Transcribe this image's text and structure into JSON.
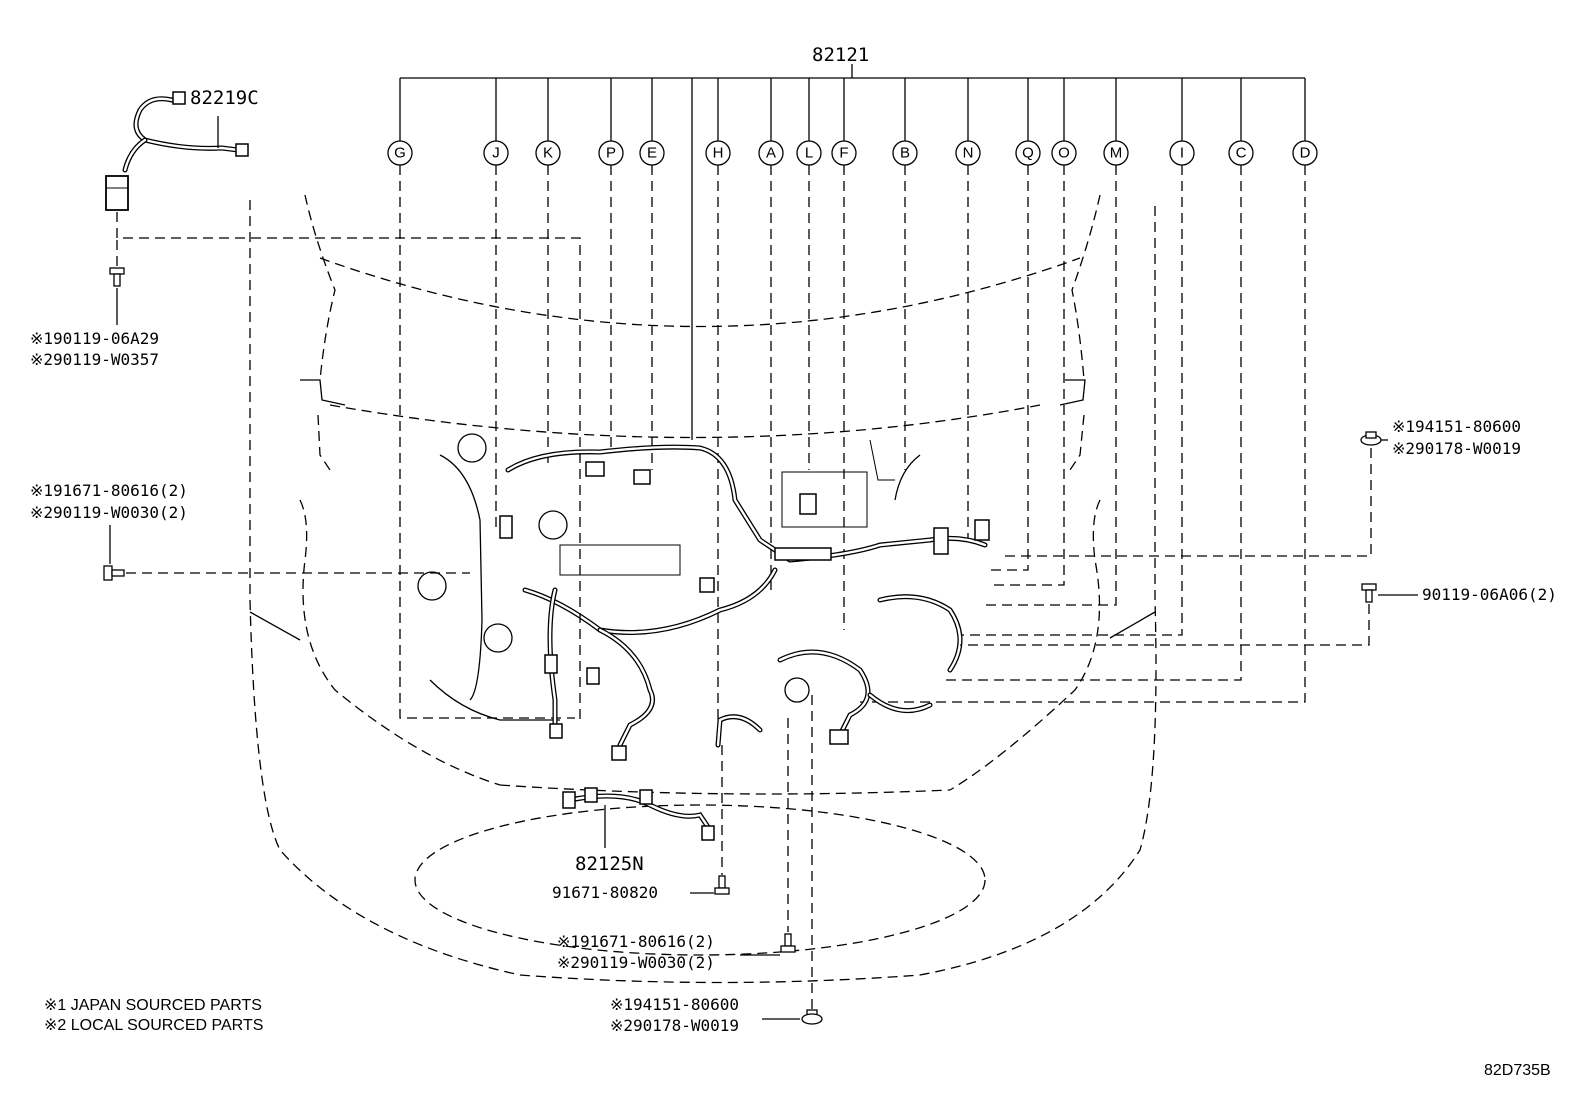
{
  "main_part": "82121",
  "labels": {
    "p82219c": "82219C",
    "p82125n": "82125N",
    "bolt_upper_left_1": "※190119-06A29",
    "bolt_upper_left_2": "※290119-W0357",
    "bolt_left_1": "※191671-80616(2)",
    "bolt_left_2": "※290119-W0030(2)",
    "nut_right_1": "※194151-80600",
    "nut_right_2": "※290178-W0019",
    "bolt_right": "90119-06A06(2)",
    "bolt_bottom_center": "91671-80820",
    "bolt_bottom_1": "※191671-80616(2)",
    "bolt_bottom_2": "※290119-W0030(2)",
    "nut_bottom_1": "※194151-80600",
    "nut_bottom_2": "※290178-W0019"
  },
  "notes": {
    "japan": "※1 JAPAN SOURCED PARTS",
    "local": "※2 LOCAL SOURCED PARTS"
  },
  "diagram_code": "82D735B",
  "connector_letters": [
    "G",
    "J",
    "K",
    "P",
    "E",
    "H",
    "A",
    "L",
    "F",
    "B",
    "N",
    "Q",
    "O",
    "M",
    "I",
    "C",
    "D"
  ]
}
